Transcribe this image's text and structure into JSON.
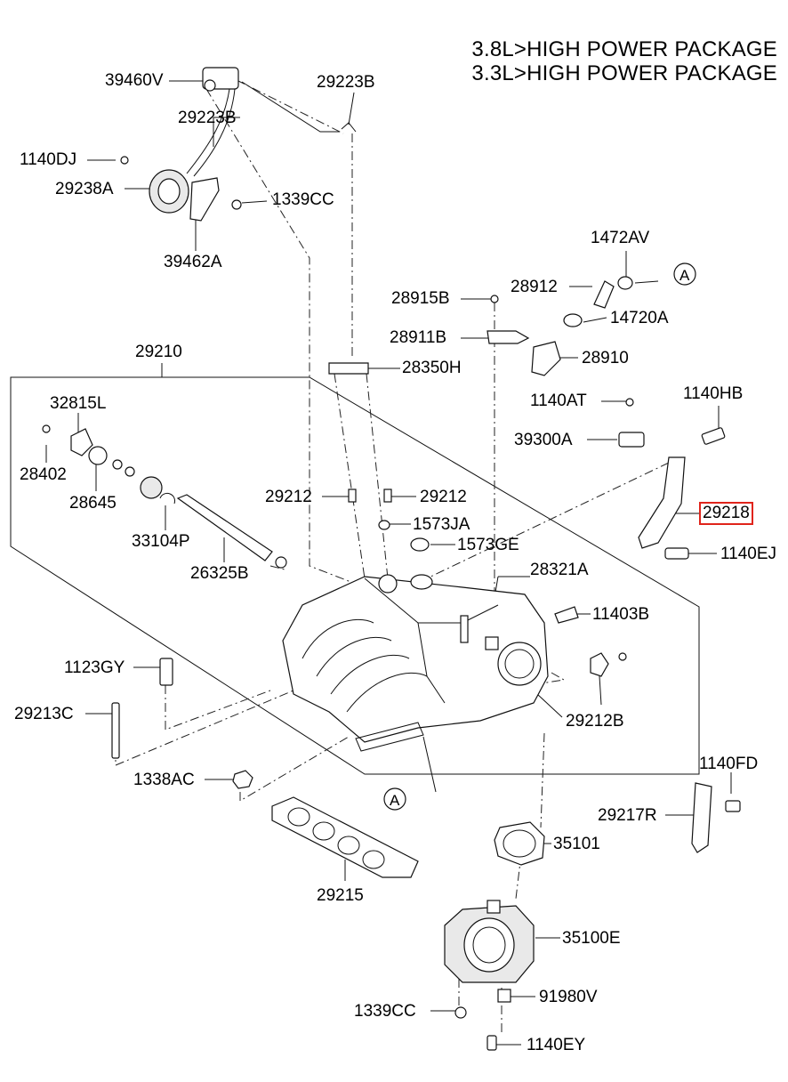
{
  "header_note": {
    "line1": "3.8L>HIGH POWER PACKAGE",
    "line2": "3.3L>HIGH POWER PACKAGE"
  },
  "callout_marker": "A",
  "parts": {
    "p39460V": "39460V",
    "p29223B_top": "29223B",
    "p29223B_mid": "29223B",
    "p1140DJ": "1140DJ",
    "p29238A": "29238A",
    "p1339CC_top": "1339CC",
    "p39462A": "39462A",
    "p1472AV": "1472AV",
    "p28912": "28912",
    "p28915B": "28915B",
    "p14720A": "14720A",
    "p28911B": "28911B",
    "p28910": "28910",
    "p29210": "29210",
    "p28350H": "28350H",
    "p1140AT": "1140AT",
    "p1140HB": "1140HB",
    "p32815L": "32815L",
    "p39300A": "39300A",
    "p28402": "28402",
    "p28645": "28645",
    "p29212_left": "29212",
    "p29212_right": "29212",
    "p29218": "29218",
    "p1573JA": "1573JA",
    "p33104P": "33104P",
    "p1573GE": "1573GE",
    "p1140EJ": "1140EJ",
    "p26325B": "26325B",
    "p28321A": "28321A",
    "p11403B": "11403B",
    "p1123GY": "1123GY",
    "p29213C": "29213C",
    "p29212B": "29212B",
    "p1338AC": "1338AC",
    "p1140FD": "1140FD",
    "p29217R": "29217R",
    "p35101": "35101",
    "p29215": "29215",
    "p35100E": "35100E",
    "p91980V": "91980V",
    "p1339CC_bot": "1339CC",
    "p1140EY": "1140EY"
  },
  "highlighted_part": "29218"
}
